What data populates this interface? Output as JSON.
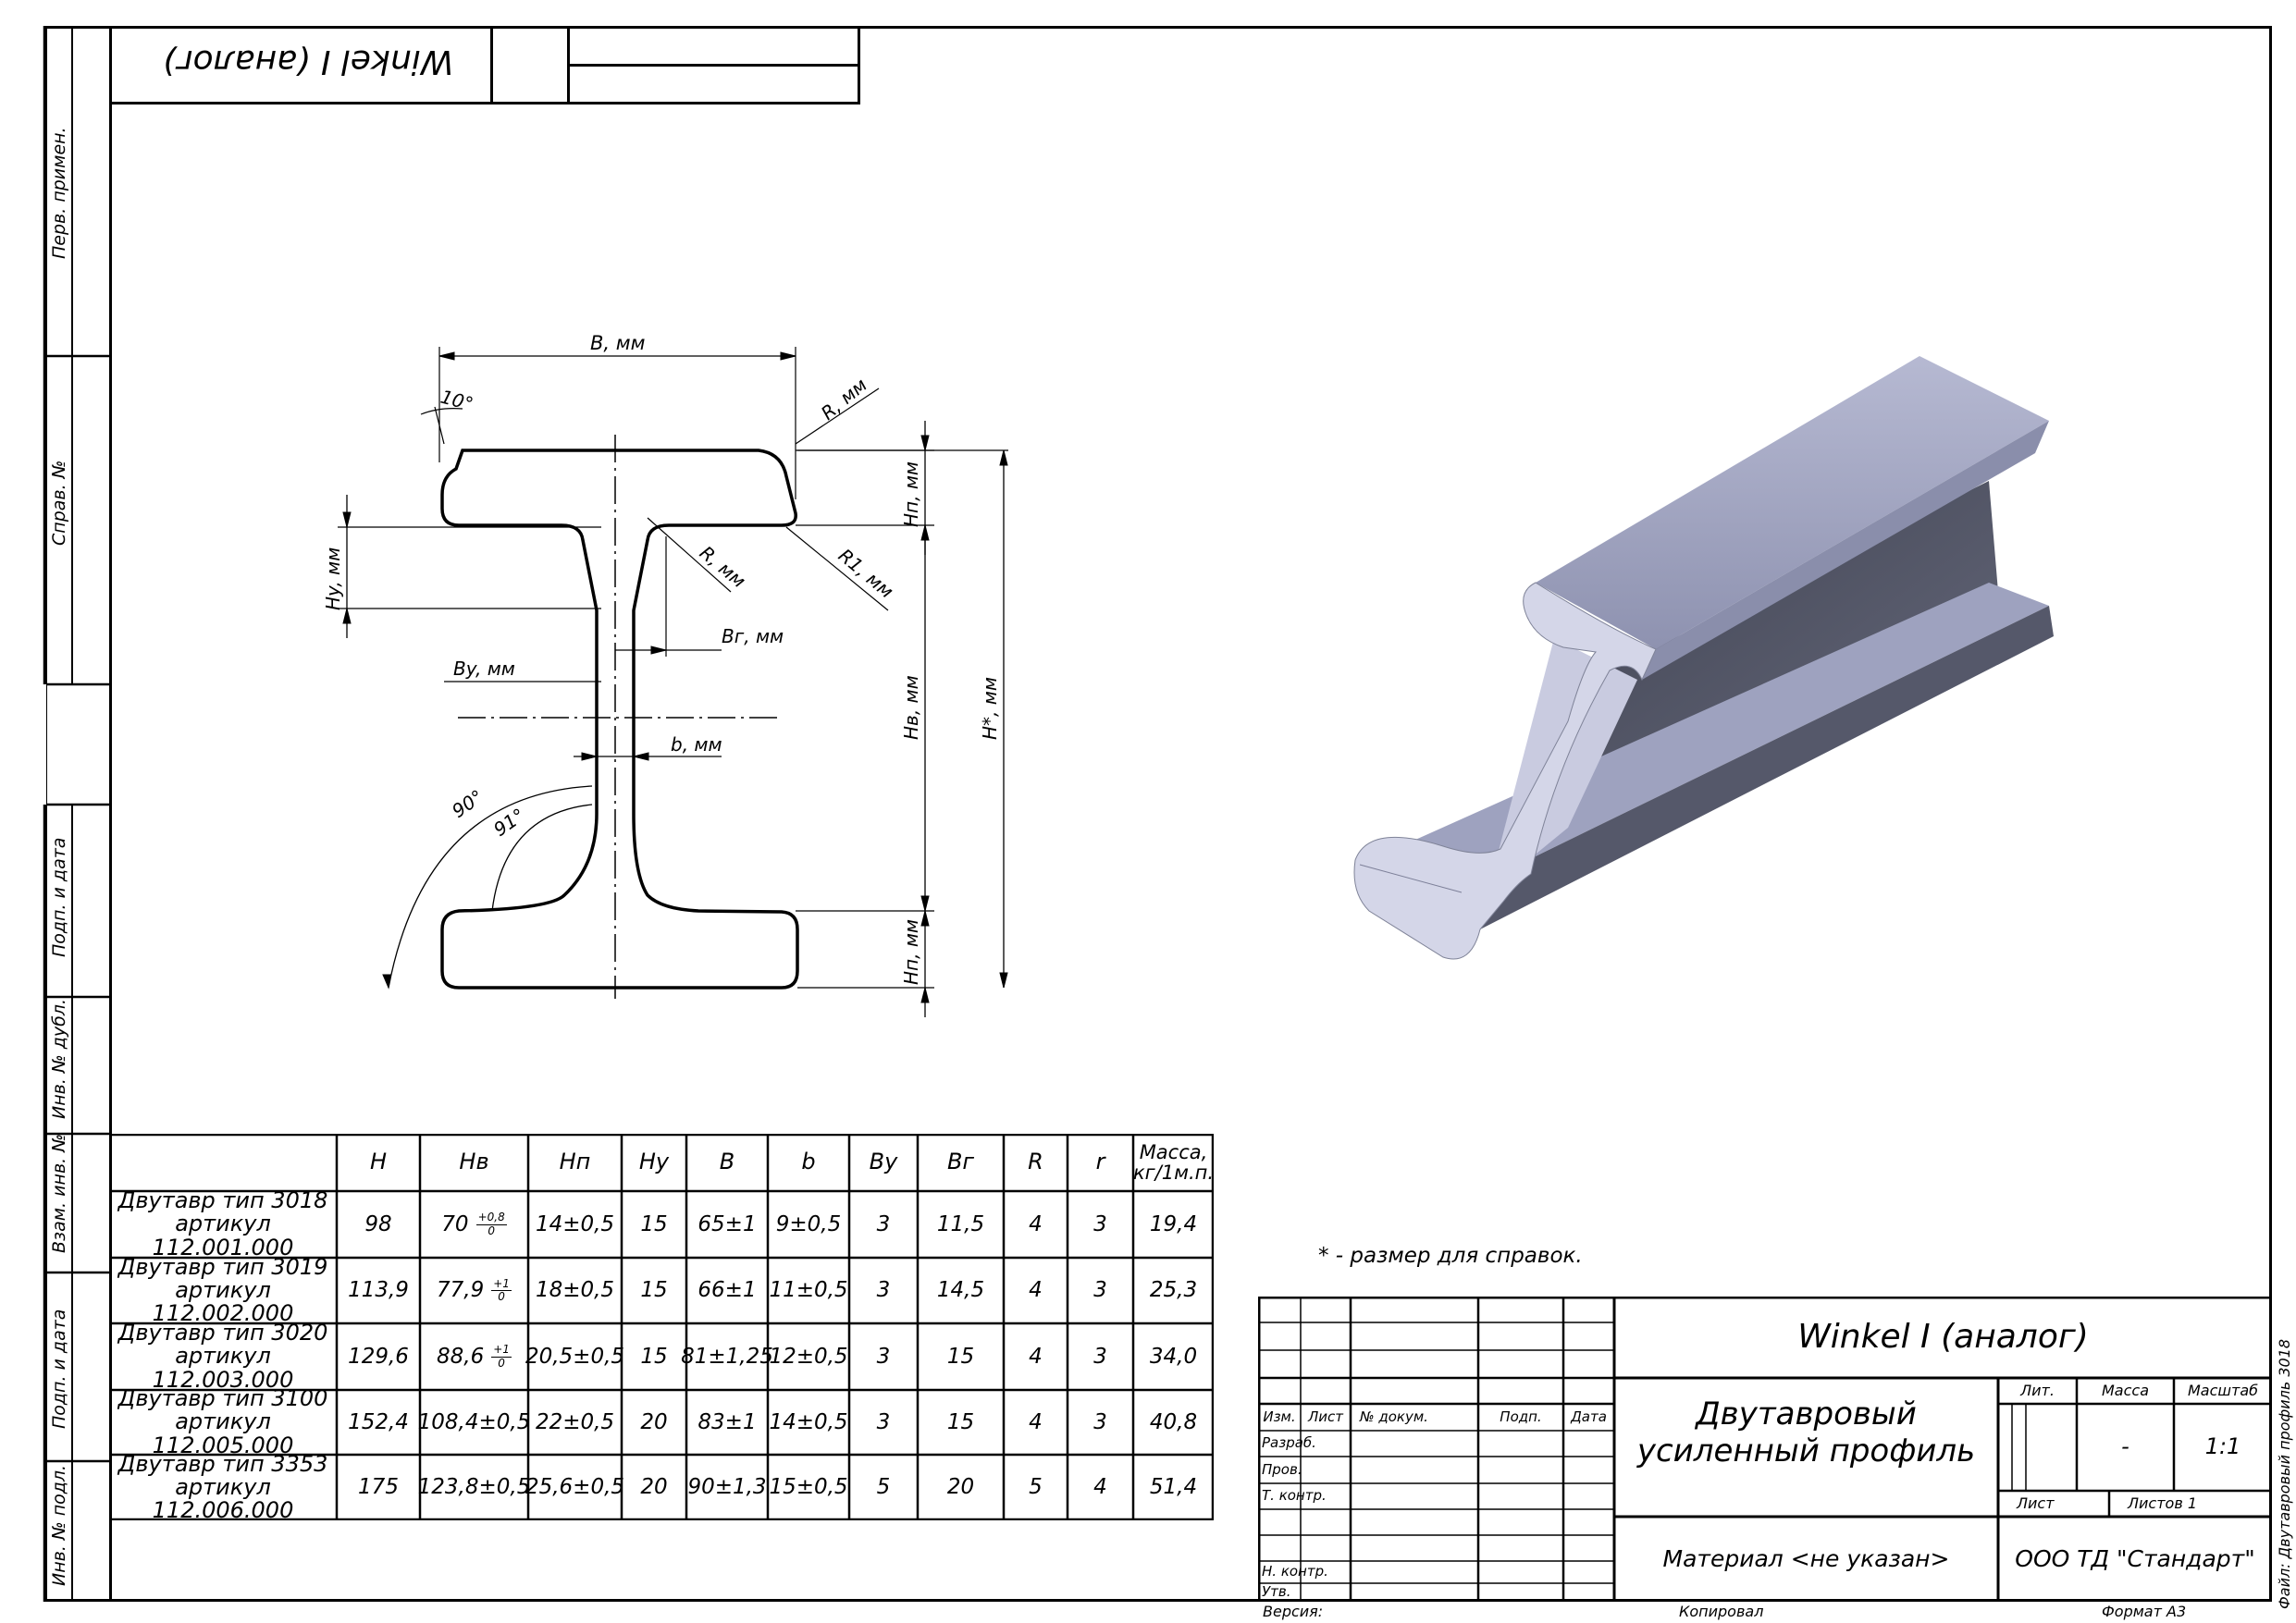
{
  "title_top_mirrored": "Winkel I (аналог)",
  "side_stamps": [
    "Перв. примен.",
    "Справ. №",
    "Подп. и дата",
    "Инв. № дубл.",
    "Взам. инв. №",
    "Подп. и дата",
    "Инв. № подл."
  ],
  "file_label": "Файл: Двутавровый профиль 3018",
  "dims": {
    "B": "B, мм",
    "R_top": "R, мм",
    "R_inner": "R, мм",
    "R1": "R1, мм",
    "angle10": "10°",
    "Hp_top": "Hп, мм",
    "Hy": "Hy, мм",
    "Br": "Bг, мм",
    "By": "By, мм",
    "Hv": "Hв, мм",
    "H": "H*, мм",
    "b": "b, мм",
    "angle90": "90°",
    "angle91": "91°",
    "Hp_bottom": "Hп, мм"
  },
  "table": {
    "headers": [
      "H",
      "Hв",
      "Hп",
      "Hy",
      "B",
      "b",
      "By",
      "Bг",
      "R",
      "r",
      "Масса,\nкг/1м.п."
    ],
    "rows": [
      {
        "name": "Двутавр тип 3018",
        "art": "артикул 112.001.000",
        "H": "98",
        "Hv_main": "70",
        "Hv_tol_top": "+0,8",
        "Hv_tol_bot": "0",
        "Hv_text": "",
        "Hp": "14±0,5",
        "Hy": "15",
        "B": "65±1",
        "b": "9±0,5",
        "By": "3",
        "Br": "11,5",
        "R": "4",
        "r": "3",
        "mass": "19,4"
      },
      {
        "name": "Двутавр тип 3019",
        "art": "артикул 112.002.000",
        "H": "113,9",
        "Hv_main": "77,9",
        "Hv_tol_top": "+1",
        "Hv_tol_bot": "0",
        "Hv_text": "",
        "Hp": "18±0,5",
        "Hy": "15",
        "B": "66±1",
        "b": "11±0,5",
        "By": "3",
        "Br": "14,5",
        "R": "4",
        "r": "3",
        "mass": "25,3"
      },
      {
        "name": "Двутавр тип 3020",
        "art": "артикул 112.003.000",
        "H": "129,6",
        "Hv_main": "88,6",
        "Hv_tol_top": "+1",
        "Hv_tol_bot": "0",
        "Hv_text": "",
        "Hp": "20,5±0,5",
        "Hy": "15",
        "B": "81±1,25",
        "b": "12±0,5",
        "By": "3",
        "Br": "15",
        "R": "4",
        "r": "3",
        "mass": "34,0"
      },
      {
        "name": "Двутавр тип 3100",
        "art": "артикул 112.005.000",
        "H": "152,4",
        "Hv_main": "",
        "Hv_tol_top": "",
        "Hv_tol_bot": "",
        "Hv_text": "108,4±0,5",
        "Hp": "22±0,5",
        "Hy": "20",
        "B": "83±1",
        "b": "14±0,5",
        "By": "3",
        "Br": "15",
        "R": "4",
        "r": "3",
        "mass": "40,8"
      },
      {
        "name": "Двутавр тип 3353",
        "art": "артикул 112.006.000",
        "H": "175",
        "Hv_main": "",
        "Hv_tol_top": "",
        "Hv_tol_bot": "",
        "Hv_text": "123,8±0,5",
        "Hp": "25,6±0,5",
        "Hy": "20",
        "B": "90±1,3",
        "b": "15±0,5",
        "By": "5",
        "Br": "20",
        "R": "5",
        "r": "4",
        "mass": "51,4"
      }
    ]
  },
  "note": "* - размер для справок.",
  "titleblock": {
    "designation": "Winkel I (аналог)",
    "name_line1": "Двутавровый",
    "name_line2": "усиленный профиль",
    "col_izm": "Изм.",
    "col_list": "Лист",
    "col_doc": "№ докум.",
    "col_podp": "Подп.",
    "col_date": "Дата",
    "razrab": "Разраб.",
    "prov": "Пров.",
    "tkontr": "Т. контр.",
    "nkontr": "Н. контр.",
    "utv": "Утв.",
    "lit": "Лит.",
    "massa": "Масса",
    "masshtab": "Масштаб",
    "massa_val": "-",
    "masshtab_val": "1:1",
    "list": "Лист",
    "listov": "Листов 1",
    "material": "Материал <не указан>",
    "company": "ООО ТД \"Стандарт\"",
    "version": "Версия:",
    "kopiroval": "Копировал",
    "format": "Формат А3"
  },
  "colors": {
    "steel_light": "#a3a7c3",
    "steel_mid": "#8c90ae",
    "steel_dark": "#4a4d5c",
    "steel_face": "#c9cbe0"
  }
}
